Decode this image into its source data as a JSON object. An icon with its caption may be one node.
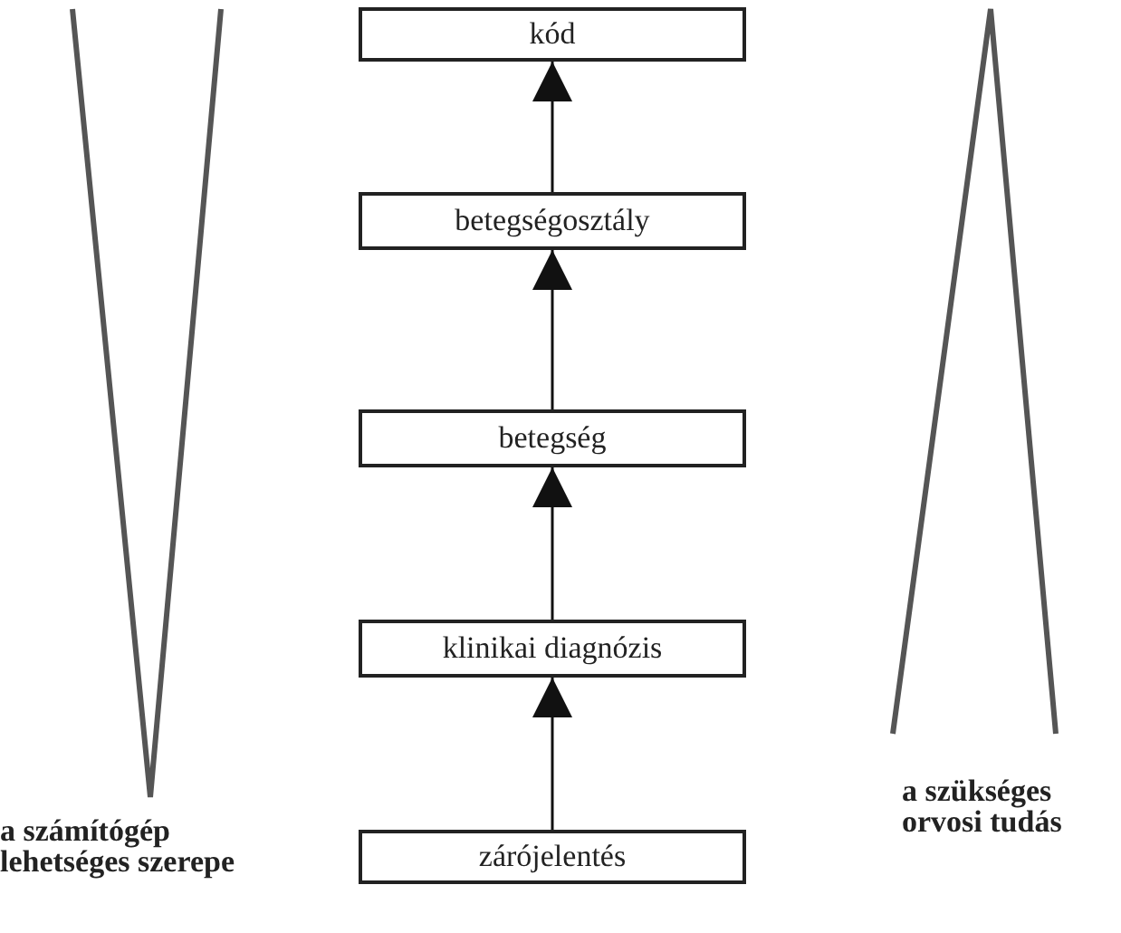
{
  "diagram": {
    "nodes": [
      {
        "text": [
          "kód"
        ]
      },
      {
        "text": [
          "betegségosztály"
        ]
      },
      {
        "text": [
          "betegség"
        ]
      },
      {
        "text": [
          "klinikai diagnózis"
        ]
      },
      {
        "text": [
          "zárójelentés"
        ]
      }
    ],
    "edges": [
      {
        "from": 4,
        "to": 3,
        "arrow": "to"
      },
      {
        "from": 3,
        "to": 2,
        "arrow": "to"
      },
      {
        "from": 2,
        "to": 1,
        "arrow": "to"
      },
      {
        "from": 1,
        "to": 0,
        "arrow": "to"
      }
    ],
    "labels": [
      "a számítógép lehetséges szerepe",
      "a szükséges orvosi tudás"
    ]
  }
}
